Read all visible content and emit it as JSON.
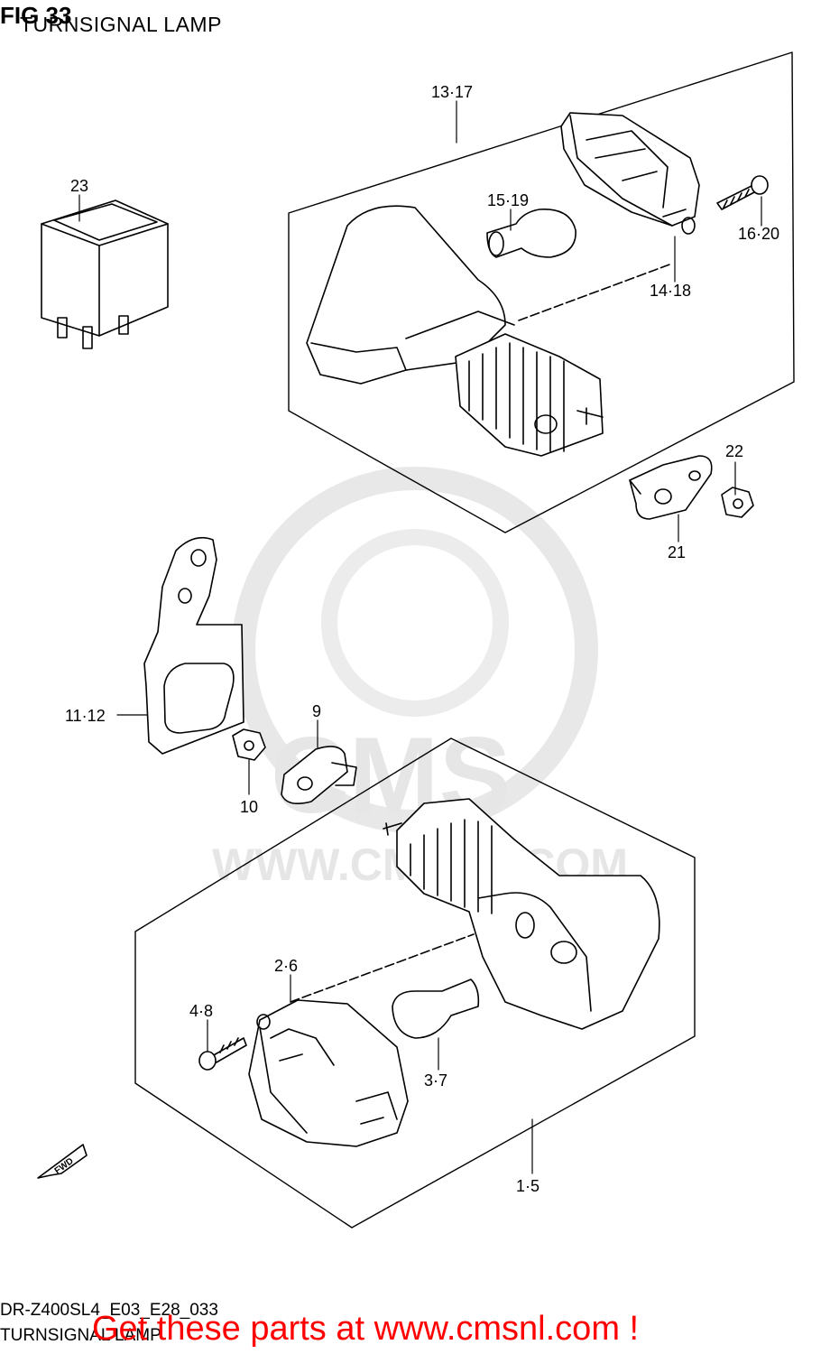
{
  "header": {
    "fig": "FIG 33",
    "subtitle": "TURNSIGNAL LAMP"
  },
  "watermark": {
    "brand": "CMS",
    "url": "WWW.CMSNL.COM"
  },
  "parts": {
    "p13_17": "13·17",
    "p23": "23",
    "p15_19": "15·19",
    "p16_20": "16·20",
    "p14_18": "14·18",
    "p22": "22",
    "p21": "21",
    "p11_12": "11·12",
    "p9": "9",
    "p10": "10",
    "p2_6": "2·6",
    "p4_8": "4·8",
    "p3_7": "3·7",
    "p1_5": "1·5"
  },
  "fwd_label": "FWD",
  "footer": {
    "code": "DR-Z400SL4_E03_E28_033",
    "name": "TURNSIGNAL LAMP",
    "cta": "Get these parts at www.cmsnl.com !"
  },
  "colors": {
    "line": "#000000",
    "watermark": "#e6e6e6",
    "cta": "#ff0000"
  }
}
